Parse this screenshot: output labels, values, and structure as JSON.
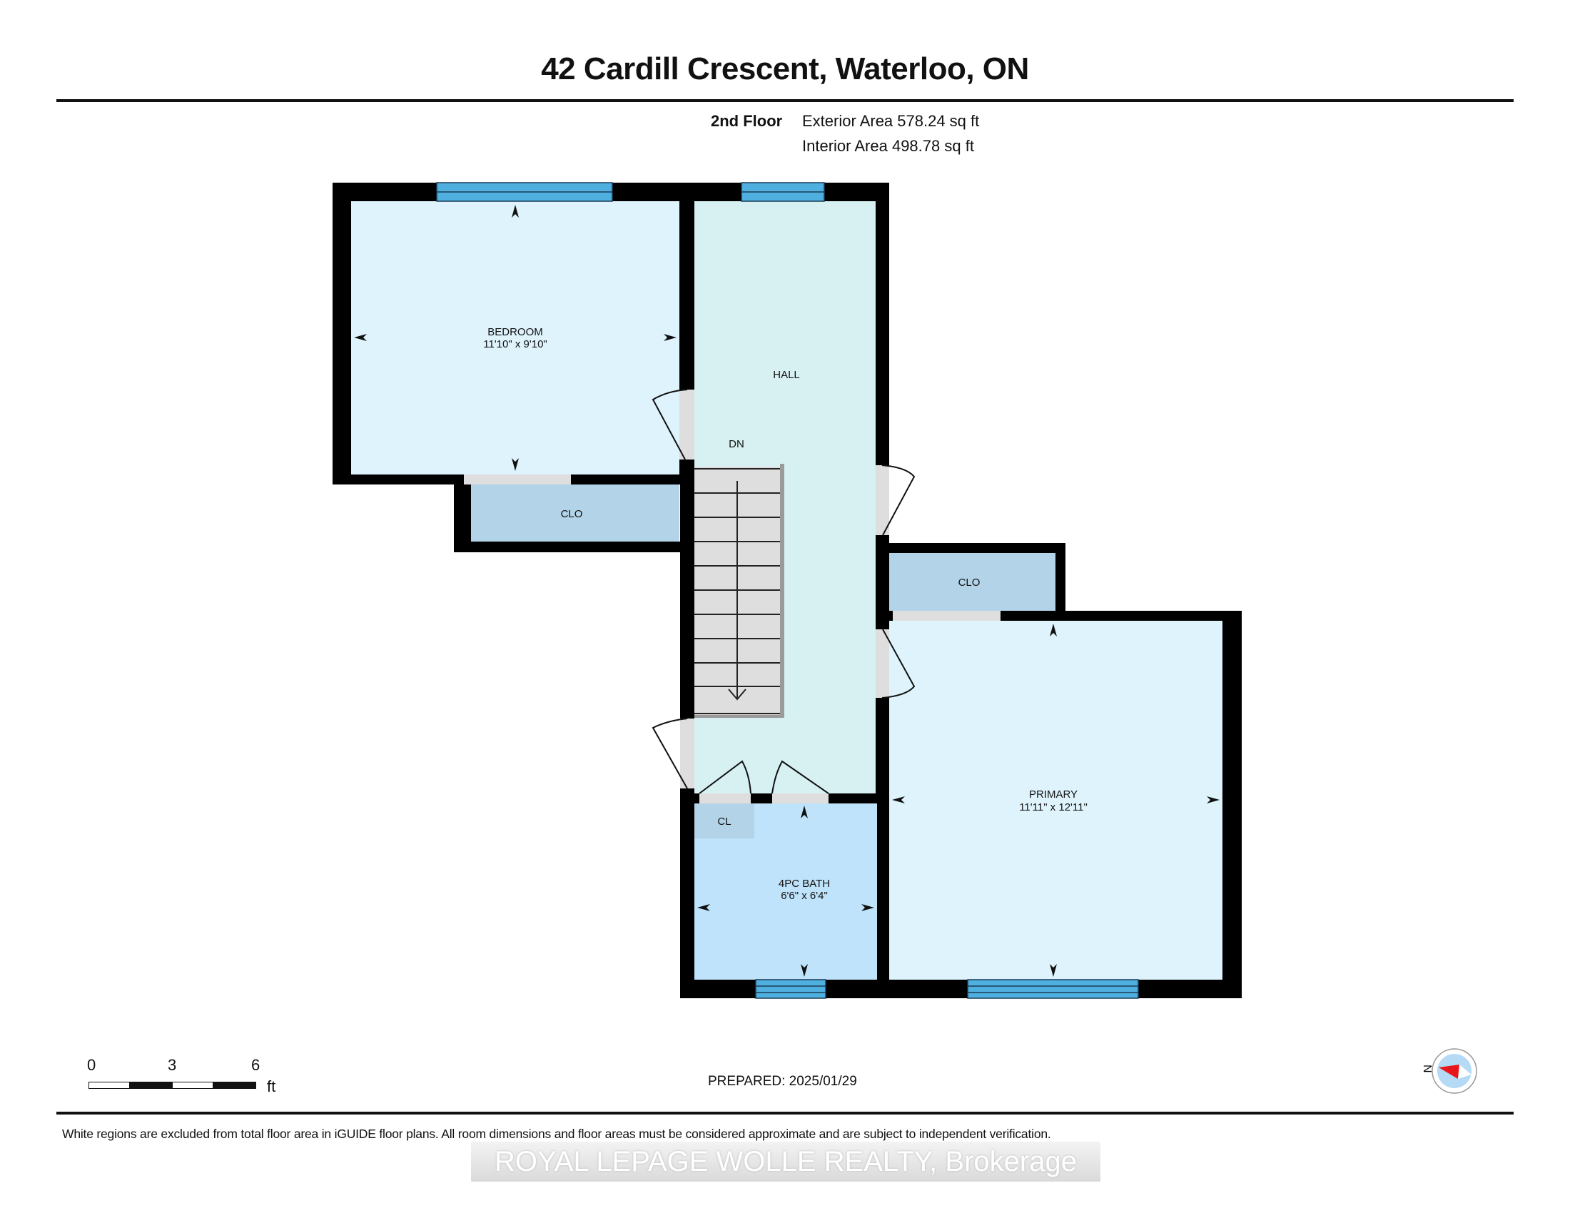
{
  "header": {
    "title": "42 Cardill Crescent, Waterloo, ON",
    "floor": "2nd Floor",
    "exterior_area": "Exterior Area 578.24 sq ft",
    "interior_area": "Interior Area 498.78 sq ft"
  },
  "rooms": {
    "bedroom": {
      "name": "BEDROOM",
      "dims": "11'10\" x 9'10\""
    },
    "hall": {
      "name": "HALL"
    },
    "stairs": {
      "label": "DN"
    },
    "bedroom_closet": {
      "name": "CLO"
    },
    "primary_closet": {
      "name": "CLO"
    },
    "primary": {
      "name": "PRIMARY",
      "dims": "11'11\" x 12'11\""
    },
    "bath": {
      "name": "4PC BATH",
      "dims": "6'6\" x 6'4\""
    },
    "linen_closet": {
      "name": "CL"
    }
  },
  "scale_bar": {
    "ticks": [
      "0",
      "3",
      "6"
    ],
    "unit": "ft"
  },
  "compass": {
    "label": "N"
  },
  "footer": {
    "prepared": "PREPARED: 2025/01/29",
    "disclaimer": "White regions are excluded from total floor area in iGUIDE floor plans. All room dimensions and floor areas must be considered approximate and are subject to independent verification.",
    "brokerage": "ROYAL LEPAGE WOLLE REALTY, Brokerage"
  },
  "colors": {
    "wall": "#000000",
    "room_fill": "#def3fc",
    "hall_fill": "#d7f0f2",
    "closet_fill": "#b3d3e8",
    "bath_fill": "#bfe3fa",
    "window": "#4fb0e0",
    "door_gap": "#dedede",
    "compass_red": "#e8161b"
  }
}
